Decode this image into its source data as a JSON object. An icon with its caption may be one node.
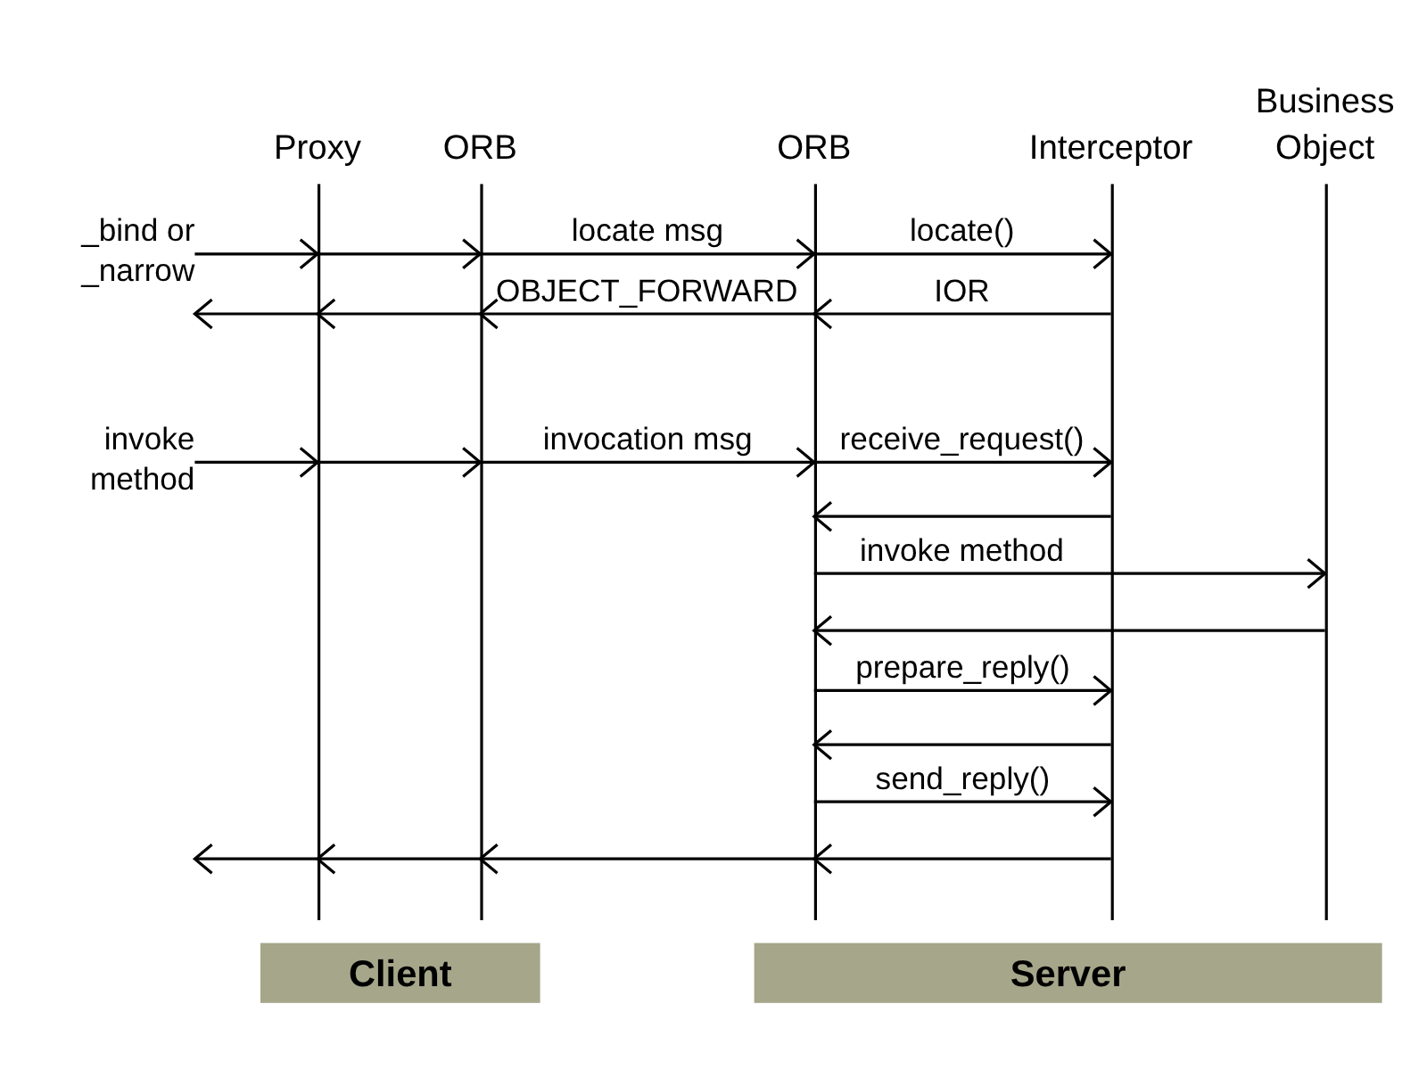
{
  "diagram": {
    "nodes": [
      {
        "text": [
          "Proxy"
        ]
      },
      {
        "text": [
          "ORB"
        ]
      },
      {
        "text": [
          "ORB"
        ]
      },
      {
        "text": [
          "Interceptor"
        ]
      },
      {
        "text": [
          "Business Object"
        ]
      },
      {
        "text": [
          "_bind or _narrow"
        ]
      },
      {
        "text": [
          "invoke method"
        ]
      },
      {
        "text": [
          "Client"
        ]
      },
      {
        "text": [
          "Server"
        ]
      }
    ],
    "edges": [
      {
        "from": 5,
        "to": 0,
        "arrow": "to"
      },
      {
        "from": 0,
        "to": 1,
        "arrow": "to"
      },
      {
        "from": 1,
        "to": 2,
        "arrow": "to",
        "label": "locate msg"
      },
      {
        "from": 2,
        "to": 3,
        "arrow": "to",
        "label": "locate()"
      },
      {
        "from": 3,
        "to": 2,
        "arrow": "to",
        "label": "IOR"
      },
      {
        "from": 2,
        "to": 1,
        "arrow": "to",
        "label": "OBJECT_FORWARD"
      },
      {
        "from": 1,
        "to": 0,
        "arrow": "to"
      },
      {
        "from": 0,
        "to": 5,
        "arrow": "to"
      },
      {
        "from": 6,
        "to": 0,
        "arrow": "to"
      },
      {
        "from": 0,
        "to": 1,
        "arrow": "to"
      },
      {
        "from": 1,
        "to": 2,
        "arrow": "to",
        "label": "invocation msg"
      },
      {
        "from": 2,
        "to": 3,
        "arrow": "to",
        "label": "receive_request()"
      },
      {
        "from": 3,
        "to": 2,
        "arrow": "to"
      },
      {
        "from": 2,
        "to": 4,
        "arrow": "to",
        "label": "invoke method"
      },
      {
        "from": 4,
        "to": 2,
        "arrow": "to"
      },
      {
        "from": 2,
        "to": 3,
        "arrow": "to",
        "label": "prepare_reply()"
      },
      {
        "from": 3,
        "to": 2,
        "arrow": "to"
      },
      {
        "from": 2,
        "to": 3,
        "arrow": "to",
        "label": "send_reply()"
      },
      {
        "from": 3,
        "to": 2,
        "arrow": "to"
      },
      {
        "from": 2,
        "to": 1,
        "arrow": "to"
      },
      {
        "from": 1,
        "to": 0,
        "arrow": "to"
      },
      {
        "from": 0,
        "to": null,
        "arrow": "to"
      }
    ]
  }
}
